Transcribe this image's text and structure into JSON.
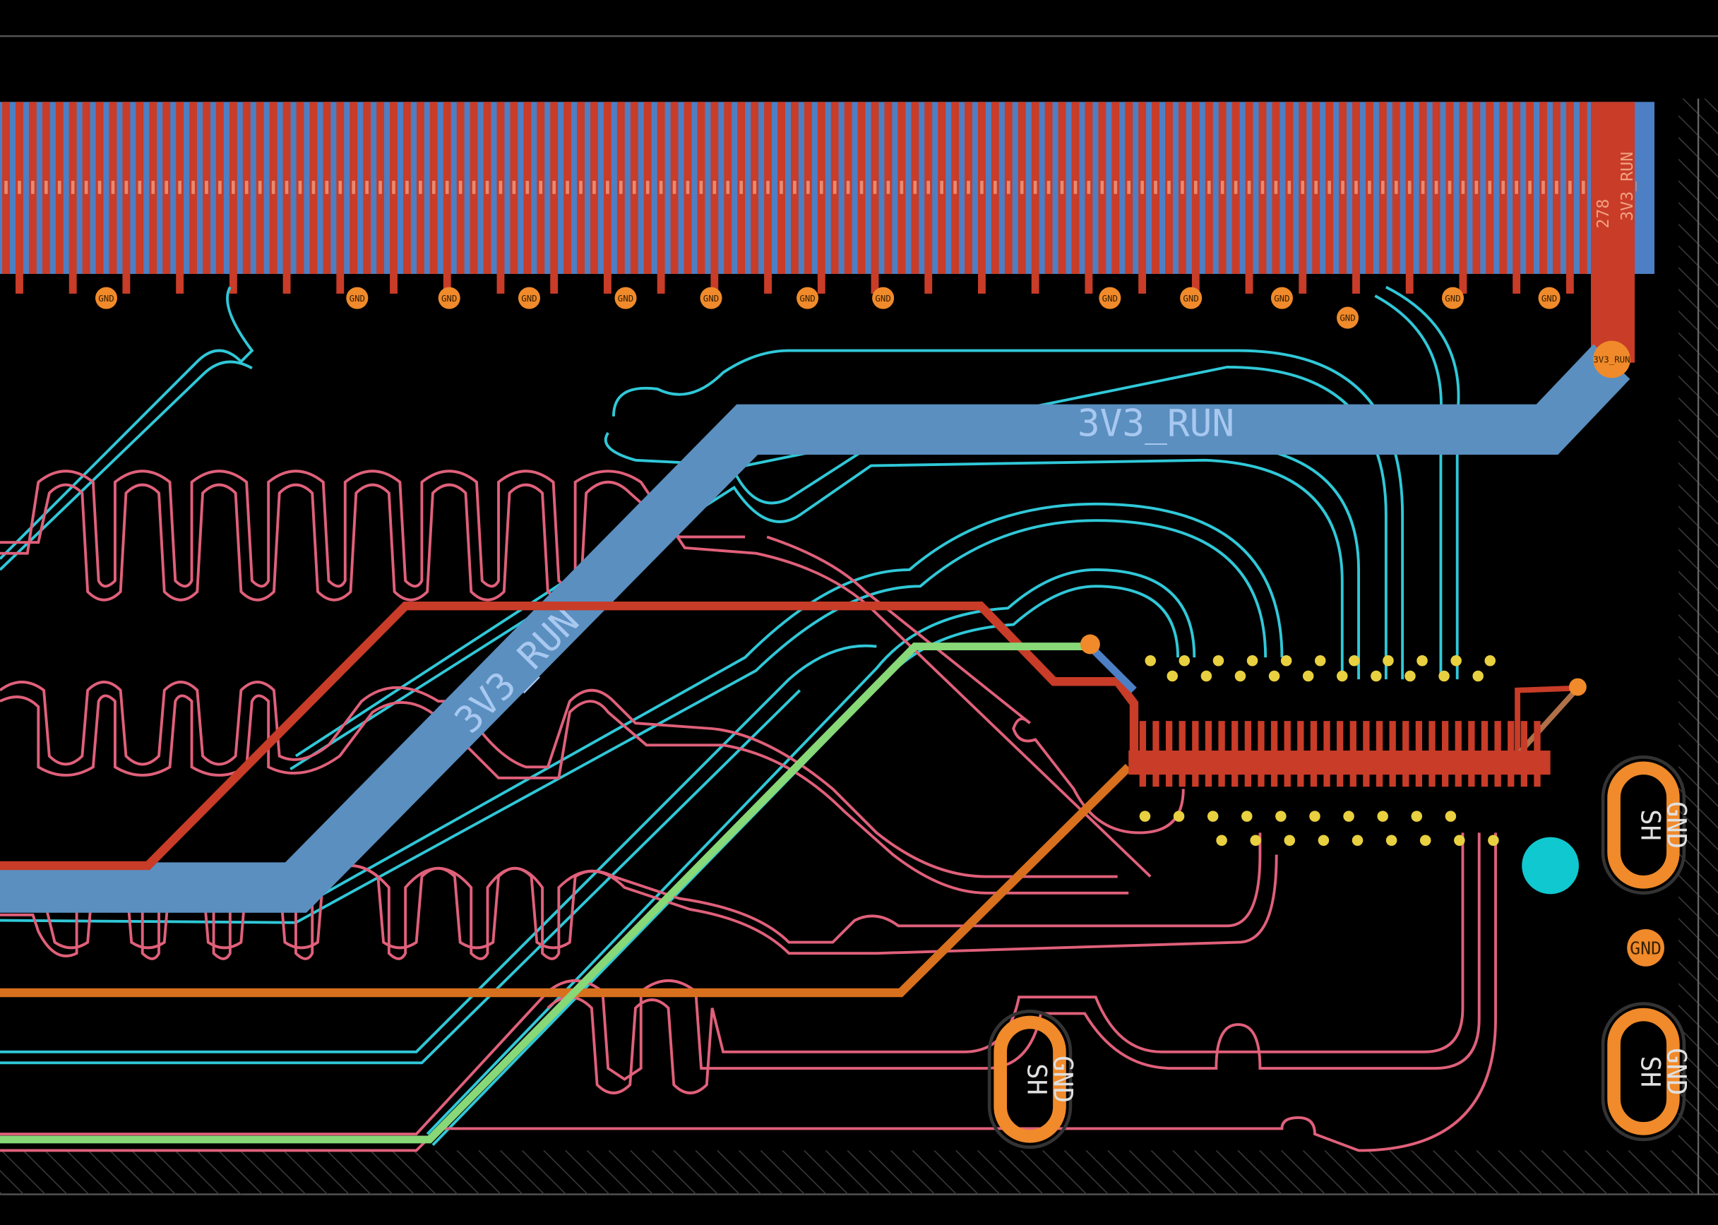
{
  "board": {
    "connector_pin_number": "278",
    "connector_pin_net": "3V3_RUN",
    "power_net_label": "3V3_RUN",
    "power_net_label_diagonal": "3V3_RUN",
    "via_power_label": "3V3_RUN",
    "gnd_label": "GND",
    "shield_pads": [
      {
        "line1": "SH",
        "line2": "GND"
      },
      {
        "line1": "SH",
        "line2": "GND"
      },
      {
        "line1": "SH",
        "line2": "GND"
      }
    ]
  },
  "colors": {
    "background": "#000000",
    "front_copper": "#c83c28",
    "back_copper": "#4d7fc4",
    "power_trace": "#5a8fc0",
    "diff_pair_pink": "#e0607a",
    "diff_pair_cyan": "#30c8d8",
    "green_trace": "#88d878",
    "orange_trace": "#d8701e",
    "via": "#f08a2a",
    "pad_dot": "#e8d040",
    "mounting_hole": "#10c8d0"
  }
}
